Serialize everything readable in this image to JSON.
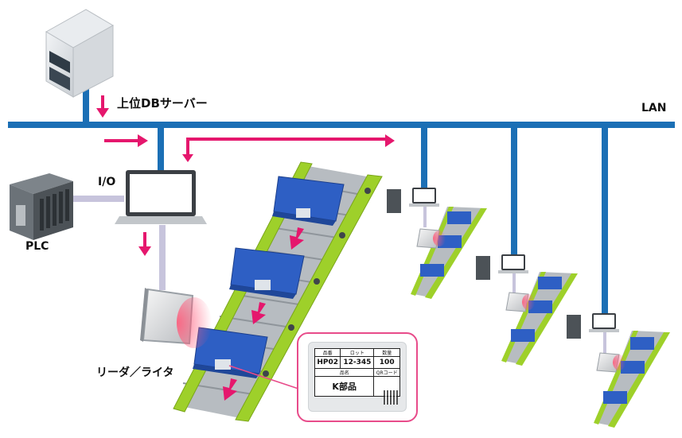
{
  "labels": {
    "server": "上位DBサーバー",
    "lan": "LAN",
    "io": "I/O",
    "plc": "PLC",
    "reader_writer": "リーダ／ライタ"
  },
  "tag": {
    "headers": [
      "品番",
      "ロット",
      "数量"
    ],
    "values": [
      "HP02",
      "12-345",
      "100"
    ],
    "name_header": "品名",
    "qr_header": "QRコード",
    "name_value": "K部品"
  },
  "colors": {
    "network": "#1b6fb5",
    "arrow": "#e5176d",
    "conveyor": "#9ed02a",
    "container": "#2e5fc4",
    "wave": "#e8335c"
  }
}
